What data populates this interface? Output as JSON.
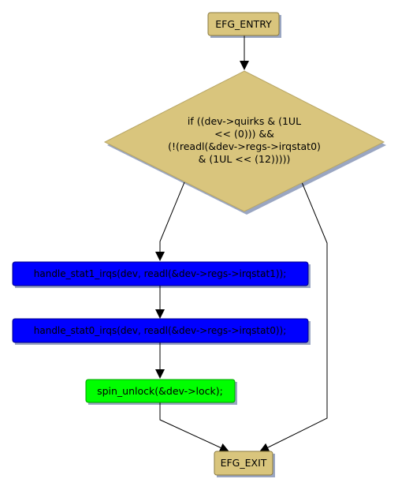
{
  "nodes": {
    "entry": {
      "label": "EFG_ENTRY",
      "color": "#d9c57d"
    },
    "decision": {
      "lines": [
        "if ((dev->quirks & (1UL",
        "<< (0))) &&",
        "(!(readl(&dev->regs->irqstat0)",
        "& (1UL << (12)))))"
      ],
      "color": "#d9c57d"
    },
    "stat1": {
      "label": "handle_stat1_irqs(dev, readl(&dev->regs->irqstat1));",
      "color": "#0000ff"
    },
    "stat0": {
      "label": "handle_stat0_irqs(dev, readl(&dev->regs->irqstat0));",
      "color": "#0000ff"
    },
    "unlock": {
      "label": "spin_unlock(&dev->lock);",
      "color": "#00ff00"
    },
    "exit": {
      "label": "EFG_EXIT",
      "color": "#d9c57d"
    }
  },
  "colors": {
    "shadow": "#9aa6c2",
    "edge": "#000000"
  }
}
